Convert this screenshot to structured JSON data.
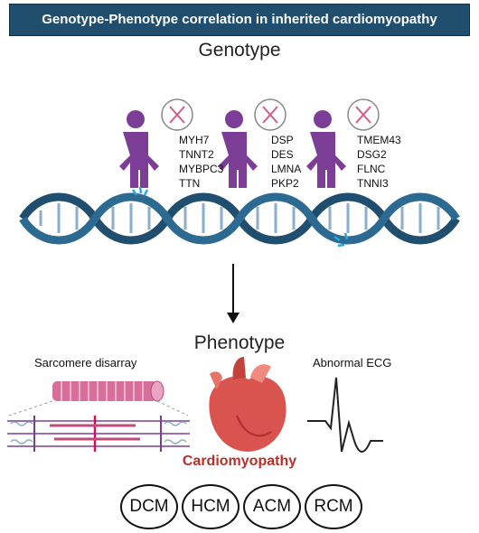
{
  "title": "Genotype-Phenotype correlation in inherited cardiomyopathy",
  "genotype_heading": "Genotype",
  "phenotype_heading": "Phenotype",
  "gene_groups": [
    [
      "MYH7",
      "TNNT2",
      "MYBPC3",
      "TTN"
    ],
    [
      "DSP",
      "DES",
      "LMNA",
      "PKP2"
    ],
    [
      "TMEM43",
      "DSG2",
      "FLNC",
      "TNNI3"
    ]
  ],
  "phenotype_labels": {
    "sarcomere": "Sarcomere disarray",
    "ecg": "Abnormal ECG",
    "cardiomyopathy": "Cardiomyopathy"
  },
  "types": [
    "DCM",
    "HCM",
    "ACM",
    "RCM"
  ],
  "colors": {
    "banner": "#1f4e6e",
    "person": "#7b3d96",
    "dna": "#1f4e6e",
    "heart": "#d9534f",
    "cardio_text": "#b8302a"
  },
  "icons": [
    "person-icon",
    "dna-helix-icon",
    "arrow-down-icon",
    "muscle-fiber-icon",
    "sarcomere-icon",
    "heart-icon",
    "ecg-wave-icon"
  ]
}
